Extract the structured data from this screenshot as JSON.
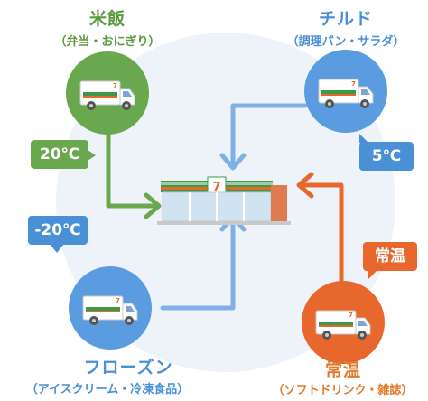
{
  "nodes": {
    "rice": {
      "title": "米飯",
      "subtitle": "（弁当・おにぎり）",
      "temperature": "20℃",
      "color": "#6aa84f"
    },
    "chilled": {
      "title": "チルド",
      "subtitle": "（調理パン・サラダ）",
      "temperature": "5℃",
      "color": "#4a90d6"
    },
    "frozen": {
      "title": "フローズン",
      "subtitle": "（アイスクリーム・冷凍食品）",
      "temperature": "-20℃",
      "color": "#4a90d6"
    },
    "ambient": {
      "title": "常温",
      "subtitle": "（ソフトドリンク・雑誌）",
      "temperature": "常温",
      "color": "#e8672c"
    }
  },
  "icons": {
    "store": "convenience-store-icon",
    "truck": "delivery-truck-icon"
  },
  "colors": {
    "background_ring": "#edf2f8",
    "rice_text": "#5a9a3f",
    "chilled_text": "#4a90d6",
    "frozen_text": "#4a90d6",
    "ambient_text": "#e07b2e"
  }
}
